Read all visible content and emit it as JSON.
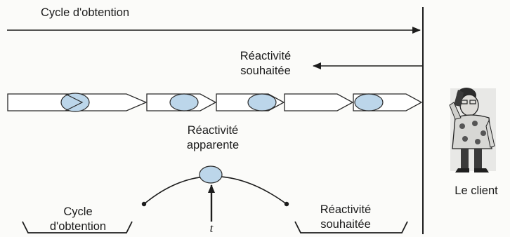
{
  "title_cycle": "Cycle d'obtention",
  "desired_reactivity": {
    "line1": "Réactivité",
    "line2": "souhaitée"
  },
  "apparent_reactivity": {
    "line1": "Réactivité",
    "line2": "apparente"
  },
  "client": {
    "label": "Le client",
    "icon": "person-on-phone-icon"
  },
  "bottom_left": {
    "line1": "Cycle",
    "line2": "d'obtention"
  },
  "bottom_right": {
    "line1": "Réactivité",
    "line2": "souhaitée"
  },
  "time_label": "t",
  "colors": {
    "line": "#1c1c1c",
    "ellipse_fill": "#bcd6ea",
    "ellipse_stroke": "#2a2a2a",
    "background": "#fbfbf9"
  }
}
